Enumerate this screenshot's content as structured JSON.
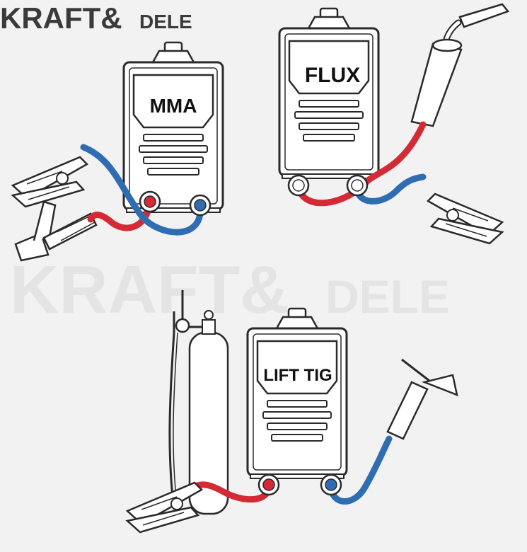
{
  "brand": {
    "main": "KRAFT&",
    "suffix": "DELE"
  },
  "watermark": {
    "main": "KRAFT&",
    "suffix": "DELE"
  },
  "modes": {
    "mma": "MMA",
    "flux": "FLUX",
    "tig": "LIFT TIG"
  },
  "colors": {
    "positive_cable": "#d42a35",
    "negative_cable": "#2f6db3",
    "outline": "#2a2a2a",
    "background": "#f2f2f2",
    "watermark": "#e4e4e4",
    "logo": "#3a3a3a"
  }
}
